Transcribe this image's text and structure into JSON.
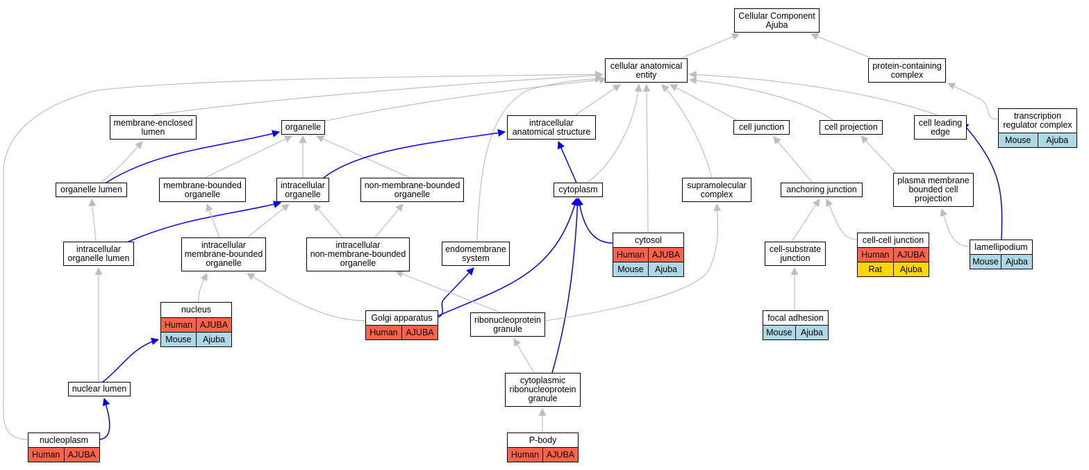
{
  "colors": {
    "is_a_edge": "#bebebe",
    "part_of_edge": "#0000ff",
    "human": "#fa6347",
    "mouse": "#add8e6",
    "rat": "#ffd700"
  },
  "nodes": {
    "root": {
      "label": "Cellular Component\nAjuba"
    },
    "cae": {
      "label": "cellular anatomical\nentity"
    },
    "pcc": {
      "label": "protein-containing\ncomplex"
    },
    "trc": {
      "label": "transcription\nregulator complex",
      "annotations": [
        [
          "Mouse",
          "Ajuba"
        ]
      ]
    },
    "mel": {
      "label": "membrane-enclosed\nlumen"
    },
    "org": {
      "label": "organelle"
    },
    "ias": {
      "label": "intracellular\nanatomical structure"
    },
    "cj": {
      "label": "cell junction"
    },
    "cp": {
      "label": "cell projection"
    },
    "cle": {
      "label": "cell leading\nedge"
    },
    "ol": {
      "label": "organelle lumen"
    },
    "mbo": {
      "label": "membrane-bounded\norganelle"
    },
    "io": {
      "label": "intracellular\norganelle"
    },
    "nmbo": {
      "label": "non-membrane-bounded\norganelle"
    },
    "cyto": {
      "label": "cytoplasm"
    },
    "smc": {
      "label": "supramolecular\ncomplex"
    },
    "aj": {
      "label": "anchoring junction"
    },
    "pmbcp": {
      "label": "plasma membrane\nbounded cell\nprojection"
    },
    "iol": {
      "label": "intracellular\norganelle lumen"
    },
    "imbo": {
      "label": "intracellular\nmembrane-bounded\norganelle"
    },
    "inmbo": {
      "label": "intracellular\nnon-membrane-bounded\norganelle"
    },
    "es": {
      "label": "endomembrane\nsystem"
    },
    "cytosol": {
      "label": "cytosol",
      "annotations": [
        [
          "Human",
          "AJUBA"
        ],
        [
          "Mouse",
          "Ajuba"
        ]
      ]
    },
    "csj": {
      "label": "cell-substrate\njunction"
    },
    "ccj": {
      "label": "cell-cell junction",
      "annotations": [
        [
          "Human",
          "AJUBA"
        ],
        [
          "Rat",
          "Ajuba"
        ]
      ]
    },
    "lam": {
      "label": "lamellipodium",
      "annotations": [
        [
          "Mouse",
          "Ajuba"
        ]
      ]
    },
    "nuc": {
      "label": "nucleus",
      "annotations": [
        [
          "Human",
          "AJUBA"
        ],
        [
          "Mouse",
          "Ajuba"
        ]
      ]
    },
    "golgi": {
      "label": "Golgi apparatus",
      "annotations": [
        [
          "Human",
          "AJUBA"
        ]
      ]
    },
    "rnpg": {
      "label": "ribonucleoprotein\ngranule"
    },
    "fa": {
      "label": "focal adhesion",
      "annotations": [
        [
          "Mouse",
          "Ajuba"
        ]
      ]
    },
    "nl": {
      "label": "nuclear lumen"
    },
    "crnpg": {
      "label": "cytoplasmic\nribonucleoprotein\ngranule"
    },
    "np": {
      "label": "nucleoplasm",
      "annotations": [
        [
          "Human",
          "AJUBA"
        ]
      ]
    },
    "pb": {
      "label": "P-body",
      "annotations": [
        [
          "Human",
          "AJUBA"
        ]
      ]
    }
  },
  "edges": [
    {
      "from": "cae",
      "to": "root",
      "type": "is_a"
    },
    {
      "from": "pcc",
      "to": "root",
      "type": "is_a"
    },
    {
      "from": "trc",
      "to": "pcc",
      "type": "is_a"
    },
    {
      "from": "mel",
      "to": "cae",
      "type": "is_a"
    },
    {
      "from": "org",
      "to": "cae",
      "type": "is_a"
    },
    {
      "from": "ias",
      "to": "cae",
      "type": "is_a"
    },
    {
      "from": "cj",
      "to": "cae",
      "type": "is_a"
    },
    {
      "from": "cp",
      "to": "cae",
      "type": "is_a"
    },
    {
      "from": "cle",
      "to": "cae",
      "type": "is_a"
    },
    {
      "from": "cyto",
      "to": "cae",
      "type": "is_a"
    },
    {
      "from": "cytosol",
      "to": "cae",
      "type": "is_a"
    },
    {
      "from": "smc",
      "to": "cae",
      "type": "is_a"
    },
    {
      "from": "es",
      "to": "cae",
      "type": "is_a"
    },
    {
      "from": "np",
      "to": "cae",
      "type": "is_a"
    },
    {
      "from": "ol",
      "to": "mel",
      "type": "is_a"
    },
    {
      "from": "ol",
      "to": "org",
      "type": "part_of"
    },
    {
      "from": "mbo",
      "to": "org",
      "type": "is_a"
    },
    {
      "from": "io",
      "to": "org",
      "type": "is_a"
    },
    {
      "from": "nmbo",
      "to": "org",
      "type": "is_a"
    },
    {
      "from": "io",
      "to": "ias",
      "type": "part_of"
    },
    {
      "from": "cyto",
      "to": "ias",
      "type": "part_of"
    },
    {
      "from": "aj",
      "to": "cj",
      "type": "is_a"
    },
    {
      "from": "pmbcp",
      "to": "cp",
      "type": "is_a"
    },
    {
      "from": "lam",
      "to": "cle",
      "type": "part_of"
    },
    {
      "from": "iol",
      "to": "ol",
      "type": "is_a"
    },
    {
      "from": "iol",
      "to": "io",
      "type": "part_of"
    },
    {
      "from": "imbo",
      "to": "mbo",
      "type": "is_a"
    },
    {
      "from": "imbo",
      "to": "io",
      "type": "is_a"
    },
    {
      "from": "inmbo",
      "to": "io",
      "type": "is_a"
    },
    {
      "from": "inmbo",
      "to": "nmbo",
      "type": "is_a"
    },
    {
      "from": "cytosol",
      "to": "cyto",
      "type": "part_of"
    },
    {
      "from": "golgi",
      "to": "cyto",
      "type": "part_of"
    },
    {
      "from": "crnpg",
      "to": "cyto",
      "type": "part_of"
    },
    {
      "from": "rnpg",
      "to": "smc",
      "type": "is_a"
    },
    {
      "from": "csj",
      "to": "aj",
      "type": "is_a"
    },
    {
      "from": "ccj",
      "to": "aj",
      "type": "is_a"
    },
    {
      "from": "lam",
      "to": "pmbcp",
      "type": "is_a"
    },
    {
      "from": "nl",
      "to": "iol",
      "type": "is_a"
    },
    {
      "from": "nuc",
      "to": "imbo",
      "type": "is_a"
    },
    {
      "from": "golgi",
      "to": "imbo",
      "type": "is_a"
    },
    {
      "from": "golgi",
      "to": "es",
      "type": "part_of"
    },
    {
      "from": "rnpg",
      "to": "inmbo",
      "type": "is_a"
    },
    {
      "from": "fa",
      "to": "csj",
      "type": "is_a"
    },
    {
      "from": "nl",
      "to": "nuc",
      "type": "part_of"
    },
    {
      "from": "crnpg",
      "to": "rnpg",
      "type": "is_a"
    },
    {
      "from": "np",
      "to": "nl",
      "type": "part_of"
    },
    {
      "from": "pb",
      "to": "crnpg",
      "type": "is_a"
    }
  ]
}
